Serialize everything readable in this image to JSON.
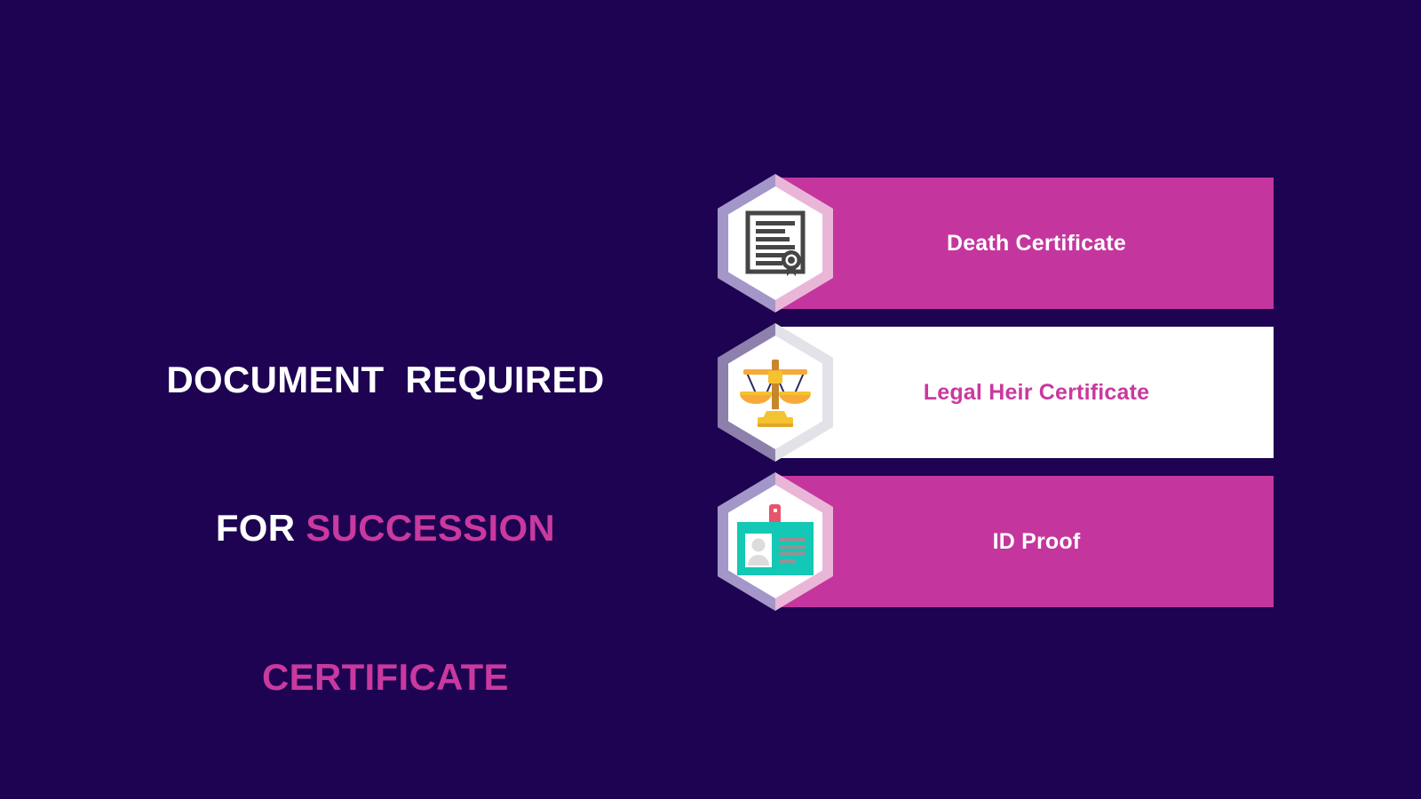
{
  "slide": {
    "background_color": "#1d0351",
    "accent_color": "#c9399f",
    "bar_color": "#c4369e",
    "white_color": "#ffffff"
  },
  "heading": {
    "line1_white": "DOCUMENT  REQUIRED",
    "line2_white": "FOR ",
    "line2_accent": "SUCCESSION",
    "line3_accent": "CERTIFICATE",
    "full_text": "DOCUMENT  REQUIRED FOR SUCCESSION CERTIFICATE"
  },
  "rows": [
    {
      "label": "Death Certificate",
      "bar_style": "magenta",
      "text_style": "on-magenta",
      "icon_name": "certificate-document-icon",
      "hex_left_color": "#a396c8",
      "hex_right_color": "#eab6d8"
    },
    {
      "label": "Legal Heir Certificate",
      "bar_style": "white",
      "text_style": "on-white",
      "icon_name": "scales-of-justice-icon",
      "hex_left_color": "#8d80ad",
      "hex_right_color": "#e2e2e8"
    },
    {
      "label": "ID Proof",
      "bar_style": "magenta",
      "text_style": "on-magenta",
      "icon_name": "id-badge-card-icon",
      "hex_left_color": "#a396c8",
      "hex_right_color": "#eab6d8"
    }
  ]
}
